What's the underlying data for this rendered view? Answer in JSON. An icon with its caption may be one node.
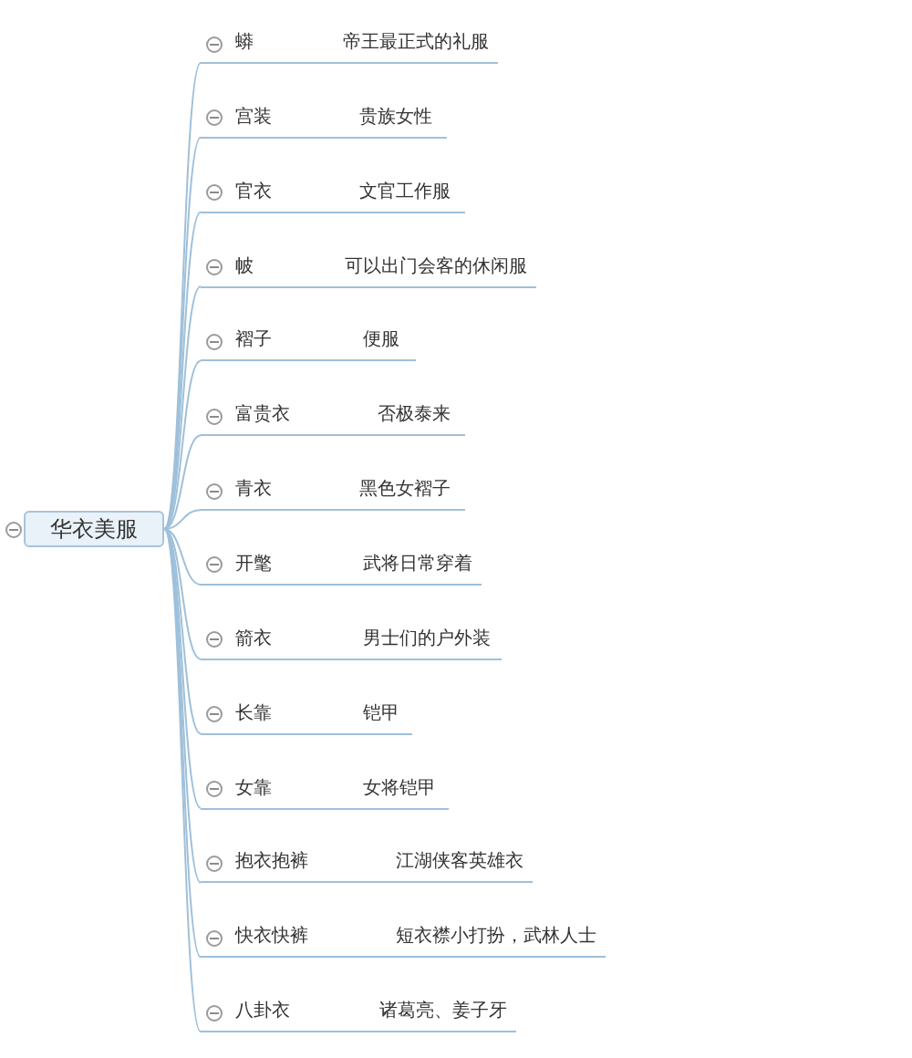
{
  "diagram": {
    "nodes": [
      {
        "text": [
          "华衣美服"
        ]
      },
      {
        "text": [
          "蟒",
          "帝王最正式的礼服"
        ]
      },
      {
        "text": [
          "宫装",
          "贵族女性"
        ]
      },
      {
        "text": [
          "官衣",
          "文官工作服"
        ]
      },
      {
        "text": [
          "帔",
          "可以出门会客的休闲服"
        ]
      },
      {
        "text": [
          "褶子",
          "便服"
        ]
      },
      {
        "text": [
          "富贵衣",
          "否极泰来"
        ]
      },
      {
        "text": [
          "青衣",
          "黑色女褶子"
        ]
      },
      {
        "text": [
          "开氅",
          "武将日常穿着"
        ]
      },
      {
        "text": [
          "箭衣",
          "男士们的户外装"
        ]
      },
      {
        "text": [
          "长靠",
          "铠甲"
        ]
      },
      {
        "text": [
          "女靠",
          "女将铠甲"
        ]
      },
      {
        "text": [
          "抱衣抱裤",
          "江湖侠客英雄衣"
        ]
      },
      {
        "text": [
          "快衣快裤",
          "短衣襟小打扮，武林人士"
        ]
      },
      {
        "text": [
          "八卦衣",
          "诸葛亮、姜子牙"
        ]
      }
    ],
    "edges": [
      {
        "from": 0,
        "to": 1,
        "arrow": "none"
      },
      {
        "from": 0,
        "to": 2,
        "arrow": "none"
      },
      {
        "from": 0,
        "to": 3,
        "arrow": "none"
      },
      {
        "from": 0,
        "to": 4,
        "arrow": "none"
      },
      {
        "from": 0,
        "to": 5,
        "arrow": "none"
      },
      {
        "from": 0,
        "to": 6,
        "arrow": "none"
      },
      {
        "from": 0,
        "to": 7,
        "arrow": "none"
      },
      {
        "from": 0,
        "to": 8,
        "arrow": "none"
      },
      {
        "from": 0,
        "to": 9,
        "arrow": "none"
      },
      {
        "from": 0,
        "to": 10,
        "arrow": "none"
      },
      {
        "from": 0,
        "to": 11,
        "arrow": "none"
      },
      {
        "from": 0,
        "to": 12,
        "arrow": "none"
      },
      {
        "from": 0,
        "to": 13,
        "arrow": "none"
      },
      {
        "from": 0,
        "to": 14,
        "arrow": "none"
      }
    ]
  }
}
